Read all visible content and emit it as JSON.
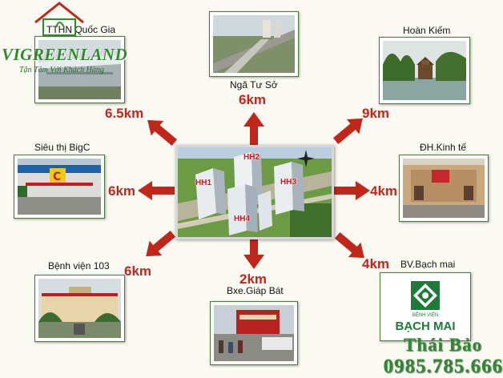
{
  "brand": {
    "name": "VIGREENLAND",
    "slogan": "Tận Tâm Với Khách Hàng"
  },
  "center": {
    "towers": [
      "HH1",
      "HH2",
      "HH3",
      "HH4"
    ]
  },
  "destinations": [
    {
      "id": "nga-tu-so",
      "label": "Ngã Tư Sở",
      "distance": "6km"
    },
    {
      "id": "hoan-kiem",
      "label": "Hoàn Kiếm",
      "distance": "9km"
    },
    {
      "id": "dh-kinh-te",
      "label": "ĐH.Kinh tế",
      "distance": "4km"
    },
    {
      "id": "bv-bach-mai",
      "label": "BV.Bạch mai",
      "distance": "4km",
      "sign_top": "BỆNH VIỆN",
      "sign_name": "BẠCH MAI"
    },
    {
      "id": "bxe-giap-bat",
      "label": "Bxe.Giáp Bát",
      "distance": "2km"
    },
    {
      "id": "benh-vien-103",
      "label": "Bệnh viện 103",
      "distance": "6km"
    },
    {
      "id": "sieu-thi-bigc",
      "label": "Siêu thị BigC",
      "distance": "6km"
    },
    {
      "id": "tthn-quoc-gia",
      "label": "TTHN Quốc Gia",
      "distance": "6.5km"
    }
  ],
  "contact": {
    "name": "Thái Bảo",
    "phone": "0985.785.666"
  },
  "colors": {
    "distance": "#c0261a",
    "arrow": "#c0261a",
    "brand_green": "#2d8a2e"
  }
}
